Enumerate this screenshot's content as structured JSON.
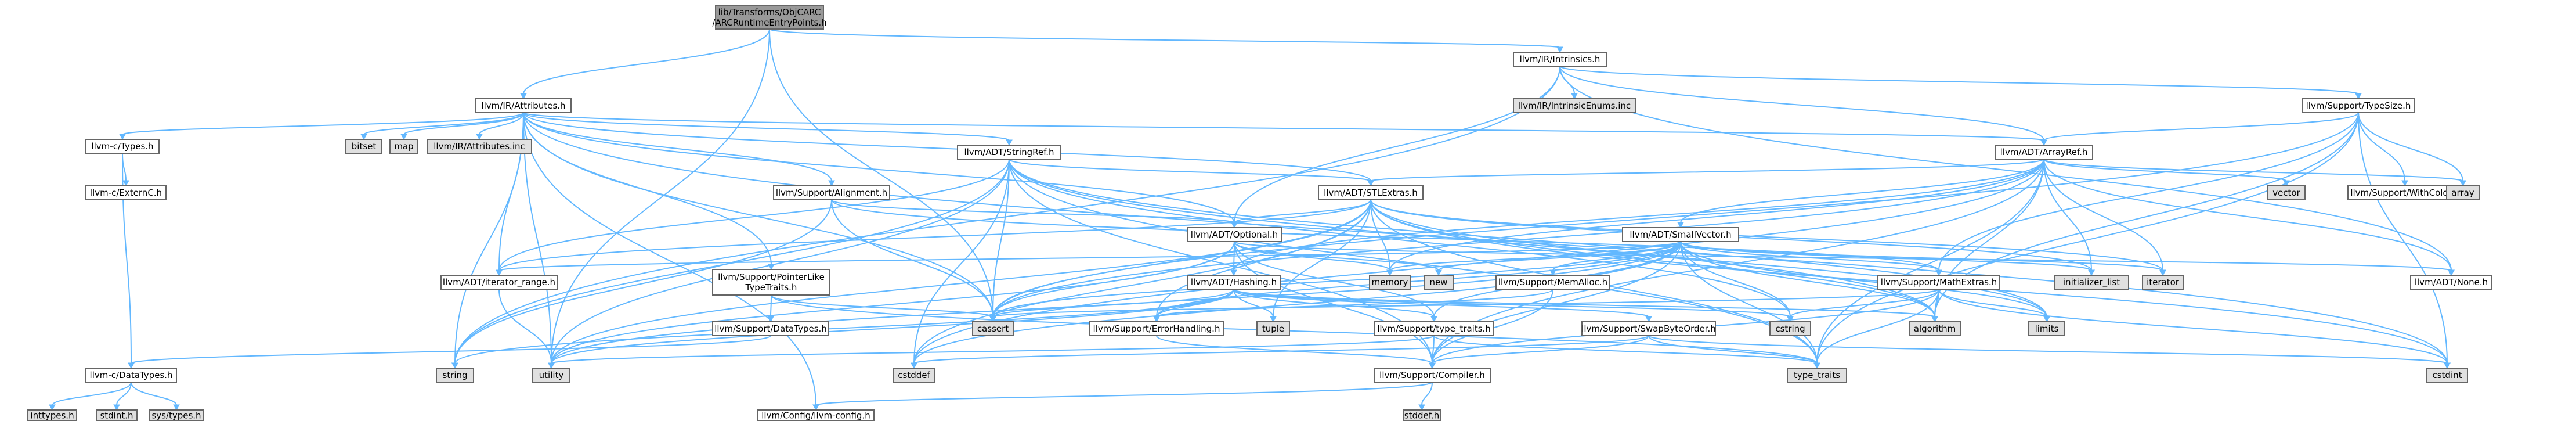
{
  "colors": {
    "edge": "#63B8FF",
    "node_fill": "#ffffff",
    "node_stroke": "#666666",
    "node_gray_fill": "#e0e0e0",
    "root_fill": "#999999",
    "red_stroke": "#ff0000",
    "red_text": "#ff0000"
  },
  "nodes": [
    {
      "id": "root",
      "label": "lib/Transforms/ObjCARC\n/ARCRuntimeEntryPoints.h",
      "style": "root"
    },
    {
      "id": "intrinsics",
      "label": "llvm/IR/Intrinsics.h",
      "style": "normal"
    },
    {
      "id": "attributes",
      "label": "llvm/IR/Attributes.h",
      "style": "normal"
    },
    {
      "id": "intrinsicenums",
      "label": "llvm/IR/IntrinsicEnums.inc",
      "style": "gray"
    },
    {
      "id": "typesize",
      "label": "llvm/Support/TypeSize.h",
      "style": "normal"
    },
    {
      "id": "types",
      "label": "llvm-c/Types.h",
      "style": "normal"
    },
    {
      "id": "externc",
      "label": "llvm-c/ExternC.h",
      "style": "normal"
    },
    {
      "id": "bitset",
      "label": "bitset",
      "style": "gray"
    },
    {
      "id": "map",
      "label": "map",
      "style": "gray"
    },
    {
      "id": "attrinc",
      "label": "llvm/IR/Attributes.inc",
      "style": "gray"
    },
    {
      "id": "stringref",
      "label": "llvm/ADT/StringRef.h",
      "style": "normal"
    },
    {
      "id": "arrayref",
      "label": "llvm/ADT/ArrayRef.h",
      "style": "normal"
    },
    {
      "id": "withcolor",
      "label": "llvm/Support/WithColor.h",
      "style": "red"
    },
    {
      "id": "array",
      "label": "array",
      "style": "gray"
    },
    {
      "id": "vector",
      "label": "vector",
      "style": "gray"
    },
    {
      "id": "stlextras",
      "label": "llvm/ADT/STLExtras.h",
      "style": "red"
    },
    {
      "id": "alignment",
      "label": "llvm/Support/Alignment.h",
      "style": "normal"
    },
    {
      "id": "optional",
      "label": "llvm/ADT/Optional.h",
      "style": "normal"
    },
    {
      "id": "smallvector",
      "label": "llvm/ADT/SmallVector.h",
      "style": "red"
    },
    {
      "id": "iteratorrange",
      "label": "llvm/ADT/iterator_range.h",
      "style": "normal"
    },
    {
      "id": "pointerlike",
      "label": "llvm/Support/PointerLike\nTypeTraits.h",
      "style": "normal"
    },
    {
      "id": "hashing",
      "label": "llvm/ADT/Hashing.h",
      "style": "normal"
    },
    {
      "id": "memory",
      "label": "memory",
      "style": "gray"
    },
    {
      "id": "new",
      "label": "new",
      "style": "gray"
    },
    {
      "id": "memalloc",
      "label": "llvm/Support/MemAlloc.h",
      "style": "red"
    },
    {
      "id": "mathextras",
      "label": "llvm/Support/MathExtras.h",
      "style": "red"
    },
    {
      "id": "initlist",
      "label": "initializer_list",
      "style": "gray"
    },
    {
      "id": "iterator",
      "label": "iterator",
      "style": "gray"
    },
    {
      "id": "none",
      "label": "llvm/ADT/None.h",
      "style": "normal"
    },
    {
      "id": "datatypes",
      "label": "llvm/Support/DataTypes.h",
      "style": "normal"
    },
    {
      "id": "cassert",
      "label": "cassert",
      "style": "gray"
    },
    {
      "id": "errorhandling",
      "label": "llvm/Support/ErrorHandling.h",
      "style": "normal"
    },
    {
      "id": "tuple",
      "label": "tuple",
      "style": "gray"
    },
    {
      "id": "typetraits",
      "label": "llvm/Support/type_traits.h",
      "style": "normal"
    },
    {
      "id": "swapbyte",
      "label": "llvm/Support/SwapByteOrder.h",
      "style": "red"
    },
    {
      "id": "cstring",
      "label": "cstring",
      "style": "gray"
    },
    {
      "id": "algorithm",
      "label": "algorithm",
      "style": "gray"
    },
    {
      "id": "limits",
      "label": "limits",
      "style": "gray"
    },
    {
      "id": "cdatatypes",
      "label": "llvm-c/DataTypes.h",
      "style": "normal"
    },
    {
      "id": "string",
      "label": "string",
      "style": "gray"
    },
    {
      "id": "utility",
      "label": "utility",
      "style": "gray"
    },
    {
      "id": "cstddef",
      "label": "cstddef",
      "style": "gray"
    },
    {
      "id": "compiler",
      "label": "llvm/Support/Compiler.h",
      "style": "normal"
    },
    {
      "id": "stdtypetraits",
      "label": "type_traits",
      "style": "gray"
    },
    {
      "id": "cstdint",
      "label": "cstdint",
      "style": "gray"
    },
    {
      "id": "inttypes",
      "label": "inttypes.h",
      "style": "gray"
    },
    {
      "id": "stdint",
      "label": "stdint.h",
      "style": "gray"
    },
    {
      "id": "systypes",
      "label": "sys/types.h",
      "style": "gray"
    },
    {
      "id": "llvmconfig",
      "label": "llvm/Config/llvm-config.h",
      "style": "normal"
    },
    {
      "id": "stddef",
      "label": "stddef.h",
      "style": "gray"
    }
  ],
  "edges": [
    [
      "root",
      "intrinsics"
    ],
    [
      "root",
      "attributes"
    ],
    [
      "root",
      "cassert"
    ],
    [
      "root",
      "utility"
    ],
    [
      "intrinsics",
      "intrinsicenums"
    ],
    [
      "intrinsics",
      "typesize"
    ],
    [
      "intrinsics",
      "arrayref"
    ],
    [
      "intrinsics",
      "optional"
    ],
    [
      "intrinsics",
      "none"
    ],
    [
      "intrinsics",
      "string"
    ],
    [
      "attributes",
      "types"
    ],
    [
      "attributes",
      "bitset"
    ],
    [
      "attributes",
      "map"
    ],
    [
      "attributes",
      "attrinc"
    ],
    [
      "attributes",
      "stringref"
    ],
    [
      "attributes",
      "arrayref"
    ],
    [
      "attributes",
      "optional"
    ],
    [
      "attributes",
      "iteratorrange"
    ],
    [
      "attributes",
      "pointerlike"
    ],
    [
      "attributes",
      "alignment"
    ],
    [
      "attributes",
      "cassert"
    ],
    [
      "attributes",
      "string"
    ],
    [
      "attributes",
      "utility"
    ],
    [
      "attributes",
      "llvmconfig"
    ],
    [
      "attributes",
      "stlextras"
    ],
    [
      "attributes",
      "cstdint"
    ],
    [
      "types",
      "externc"
    ],
    [
      "types",
      "cdatatypes"
    ],
    [
      "typesize",
      "arrayref"
    ],
    [
      "typesize",
      "mathextras"
    ],
    [
      "typesize",
      "withcolor"
    ],
    [
      "typesize",
      "algorithm"
    ],
    [
      "typesize",
      "array"
    ],
    [
      "typesize",
      "cassert"
    ],
    [
      "typesize",
      "cstdint"
    ],
    [
      "typesize",
      "stdtypetraits"
    ],
    [
      "stringref",
      "stlextras"
    ],
    [
      "stringref",
      "iteratorrange"
    ],
    [
      "stringref",
      "compiler"
    ],
    [
      "stringref",
      "algorithm"
    ],
    [
      "stringref",
      "cassert"
    ],
    [
      "stringref",
      "cstddef"
    ],
    [
      "stringref",
      "cstring"
    ],
    [
      "stringref",
      "limits"
    ],
    [
      "stringref",
      "string"
    ],
    [
      "stringref",
      "stdtypetraits"
    ],
    [
      "stringref",
      "utility"
    ],
    [
      "arrayref",
      "hashing"
    ],
    [
      "arrayref",
      "none"
    ],
    [
      "arrayref",
      "smallvector"
    ],
    [
      "arrayref",
      "stlextras"
    ],
    [
      "arrayref",
      "compiler"
    ],
    [
      "arrayref",
      "algorithm"
    ],
    [
      "arrayref",
      "array"
    ],
    [
      "arrayref",
      "cassert"
    ],
    [
      "arrayref",
      "cstddef"
    ],
    [
      "arrayref",
      "initlist"
    ],
    [
      "arrayref",
      "iterator"
    ],
    [
      "arrayref",
      "memory"
    ],
    [
      "arrayref",
      "stdtypetraits"
    ],
    [
      "arrayref",
      "vector"
    ],
    [
      "stlextras",
      "optional"
    ],
    [
      "stlextras",
      "iteratorrange"
    ],
    [
      "stlextras",
      "errorhandling"
    ],
    [
      "stlextras",
      "cassert"
    ],
    [
      "stlextras",
      "cstddef"
    ],
    [
      "stlextras",
      "cstdint"
    ],
    [
      "stlextras",
      "initlist"
    ],
    [
      "stlextras",
      "iterator"
    ],
    [
      "stlextras",
      "limits"
    ],
    [
      "stlextras",
      "memory"
    ],
    [
      "stlextras",
      "tuple"
    ],
    [
      "stlextras",
      "stdtypetraits"
    ],
    [
      "stlextras",
      "utility"
    ],
    [
      "stlextras",
      "algorithm"
    ],
    [
      "alignment",
      "mathextras"
    ],
    [
      "alignment",
      "cassert"
    ],
    [
      "alignment",
      "optional"
    ],
    [
      "alignment",
      "string"
    ],
    [
      "optional",
      "hashing"
    ],
    [
      "optional",
      "none"
    ],
    [
      "optional",
      "compiler"
    ],
    [
      "optional",
      "typetraits"
    ],
    [
      "optional",
      "cassert"
    ],
    [
      "optional",
      "memory"
    ],
    [
      "optional",
      "new"
    ],
    [
      "optional",
      "utility"
    ],
    [
      "smallvector",
      "iteratorrange"
    ],
    [
      "smallvector",
      "compiler"
    ],
    [
      "smallvector",
      "errorhandling"
    ],
    [
      "smallvector",
      "memalloc"
    ],
    [
      "smallvector",
      "typetraits"
    ],
    [
      "smallvector",
      "algorithm"
    ],
    [
      "smallvector",
      "cassert"
    ],
    [
      "smallvector",
      "cstddef"
    ],
    [
      "smallvector",
      "cstdlib"
    ],
    [
      "smallvector",
      "cstring"
    ],
    [
      "smallvector",
      "functional"
    ],
    [
      "smallvector",
      "initlist"
    ],
    [
      "smallvector",
      "iterator"
    ],
    [
      "smallvector",
      "limits"
    ],
    [
      "smallvector",
      "memory"
    ],
    [
      "smallvector",
      "new"
    ],
    [
      "smallvector",
      "stdtypetraits"
    ],
    [
      "smallvector",
      "utility"
    ],
    [
      "smallvector",
      "mathextras"
    ],
    [
      "iteratorrange",
      "utility"
    ],
    [
      "pointerlike",
      "datatypes"
    ],
    [
      "pointerlike",
      "cassert"
    ],
    [
      "pointerlike",
      "stdtypetraits"
    ],
    [
      "hashing",
      "errorhandling"
    ],
    [
      "hashing",
      "swapbyte"
    ],
    [
      "hashing",
      "typetraits"
    ],
    [
      "hashing",
      "algorithm"
    ],
    [
      "hashing",
      "cassert"
    ],
    [
      "hashing",
      "cstring"
    ],
    [
      "hashing",
      "string"
    ],
    [
      "hashing",
      "tuple"
    ],
    [
      "hashing",
      "utility"
    ],
    [
      "memalloc",
      "compiler"
    ],
    [
      "memalloc",
      "errorhandling"
    ],
    [
      "mathextras",
      "compiler"
    ],
    [
      "mathextras",
      "algorithm"
    ],
    [
      "mathextras",
      "cassert"
    ],
    [
      "mathextras",
      "climits"
    ],
    [
      "mathextras",
      "cstdint"
    ],
    [
      "mathextras",
      "cstring"
    ],
    [
      "mathextras",
      "limits"
    ],
    [
      "mathextras",
      "stdtypetraits"
    ],
    [
      "datatypes",
      "cdatatypes"
    ],
    [
      "errorhandling",
      "compiler"
    ],
    [
      "typetraits",
      "compiler"
    ],
    [
      "typetraits",
      "stdtypetraits"
    ],
    [
      "typetraits",
      "utility"
    ],
    [
      "swapbyte",
      "compiler"
    ],
    [
      "swapbyte",
      "cstddef"
    ],
    [
      "swapbyte",
      "cstdint"
    ],
    [
      "swapbyte",
      "stdtypetraits"
    ],
    [
      "cdatatypes",
      "inttypes"
    ],
    [
      "cdatatypes",
      "stdint"
    ],
    [
      "cdatatypes",
      "systypes"
    ],
    [
      "compiler",
      "llvmconfig"
    ],
    [
      "compiler",
      "stddef"
    ]
  ]
}
